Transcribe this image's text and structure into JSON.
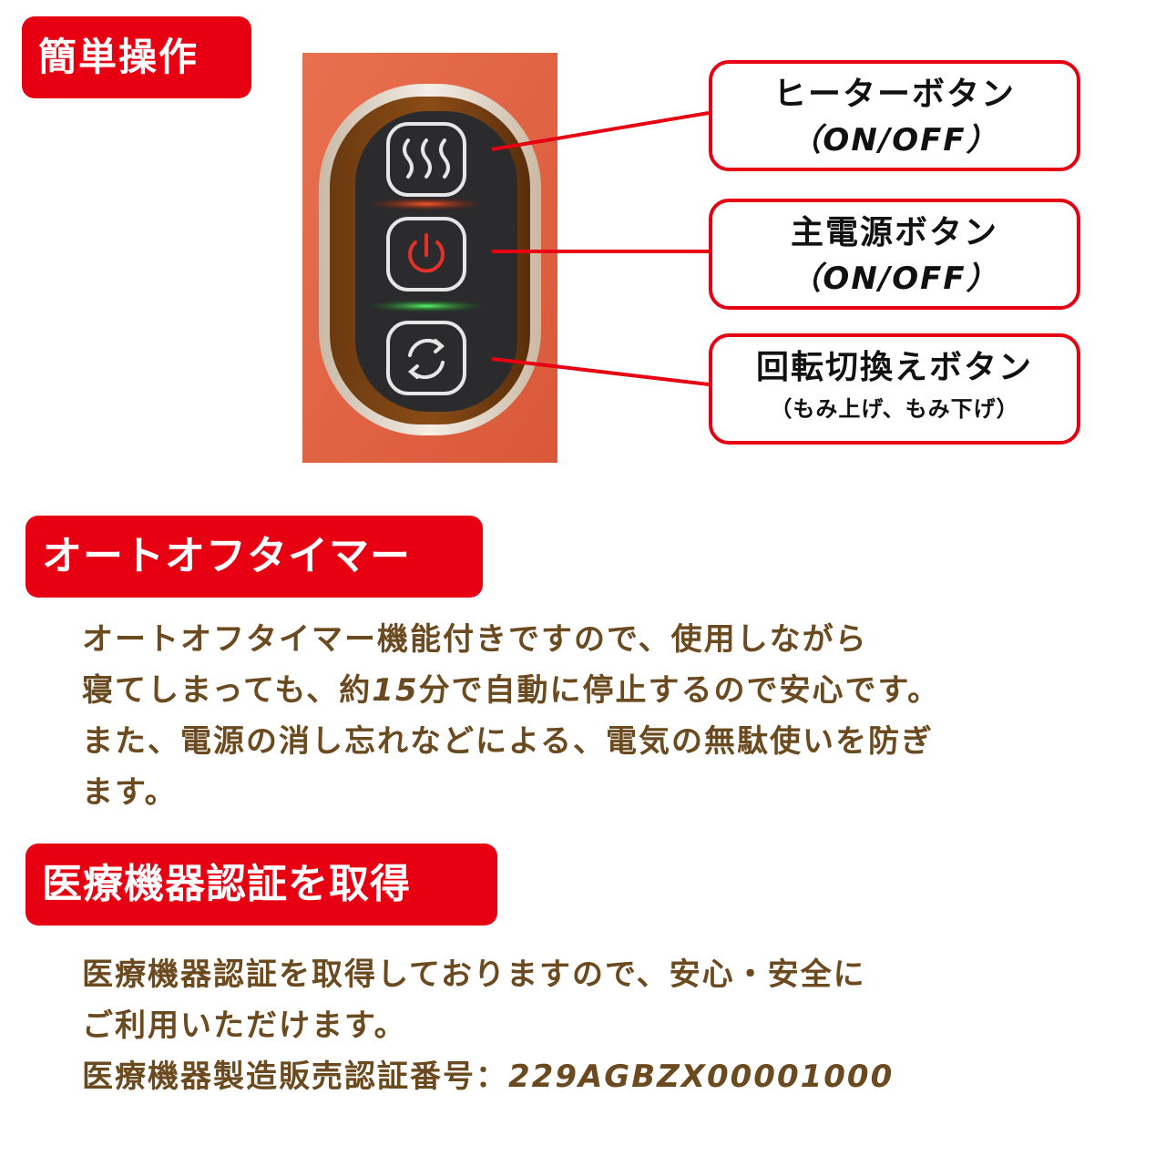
{
  "badges": {
    "simple_operation": "簡単操作",
    "auto_off_timer": "オートオフタイマー",
    "medical_cert": "医療機器認証を取得"
  },
  "callouts": {
    "heater": {
      "title": "ヒーターボタン",
      "sub": "（ON/OFF）"
    },
    "power": {
      "title": "主電源ボタン",
      "sub": "（ON/OFF）"
    },
    "rotate": {
      "title": "回転切換えボタン",
      "sub": "（もみ上げ、もみ下げ）"
    }
  },
  "auto_off": {
    "lines": [
      "オートオフタイマー機能付きですので、使用しながら",
      "寝てしまっても、約",
      "15",
      "分で自動に停止するので安心です。",
      "また、電源の消し忘れなどによる、電気の無駄使いを防ぎ",
      "ます。"
    ]
  },
  "medical": {
    "line1": "医療機器認証を取得しておりますので、安心・安全に",
    "line2": "ご利用いただけます。",
    "line3_label": "医療機器製造販売認証番号：",
    "cert_number": "229AGBZX00001000"
  },
  "device": {
    "icons": [
      "heat-wave-icon",
      "power-icon",
      "rotation-arrows-icon"
    ],
    "indicators": {
      "heater_led": "#ff3b1f",
      "power_led": "#22dd44"
    },
    "colors": {
      "accent": "#e60012",
      "body_text": "#6b4a1f",
      "background_fabric": "#e0613f"
    }
  }
}
